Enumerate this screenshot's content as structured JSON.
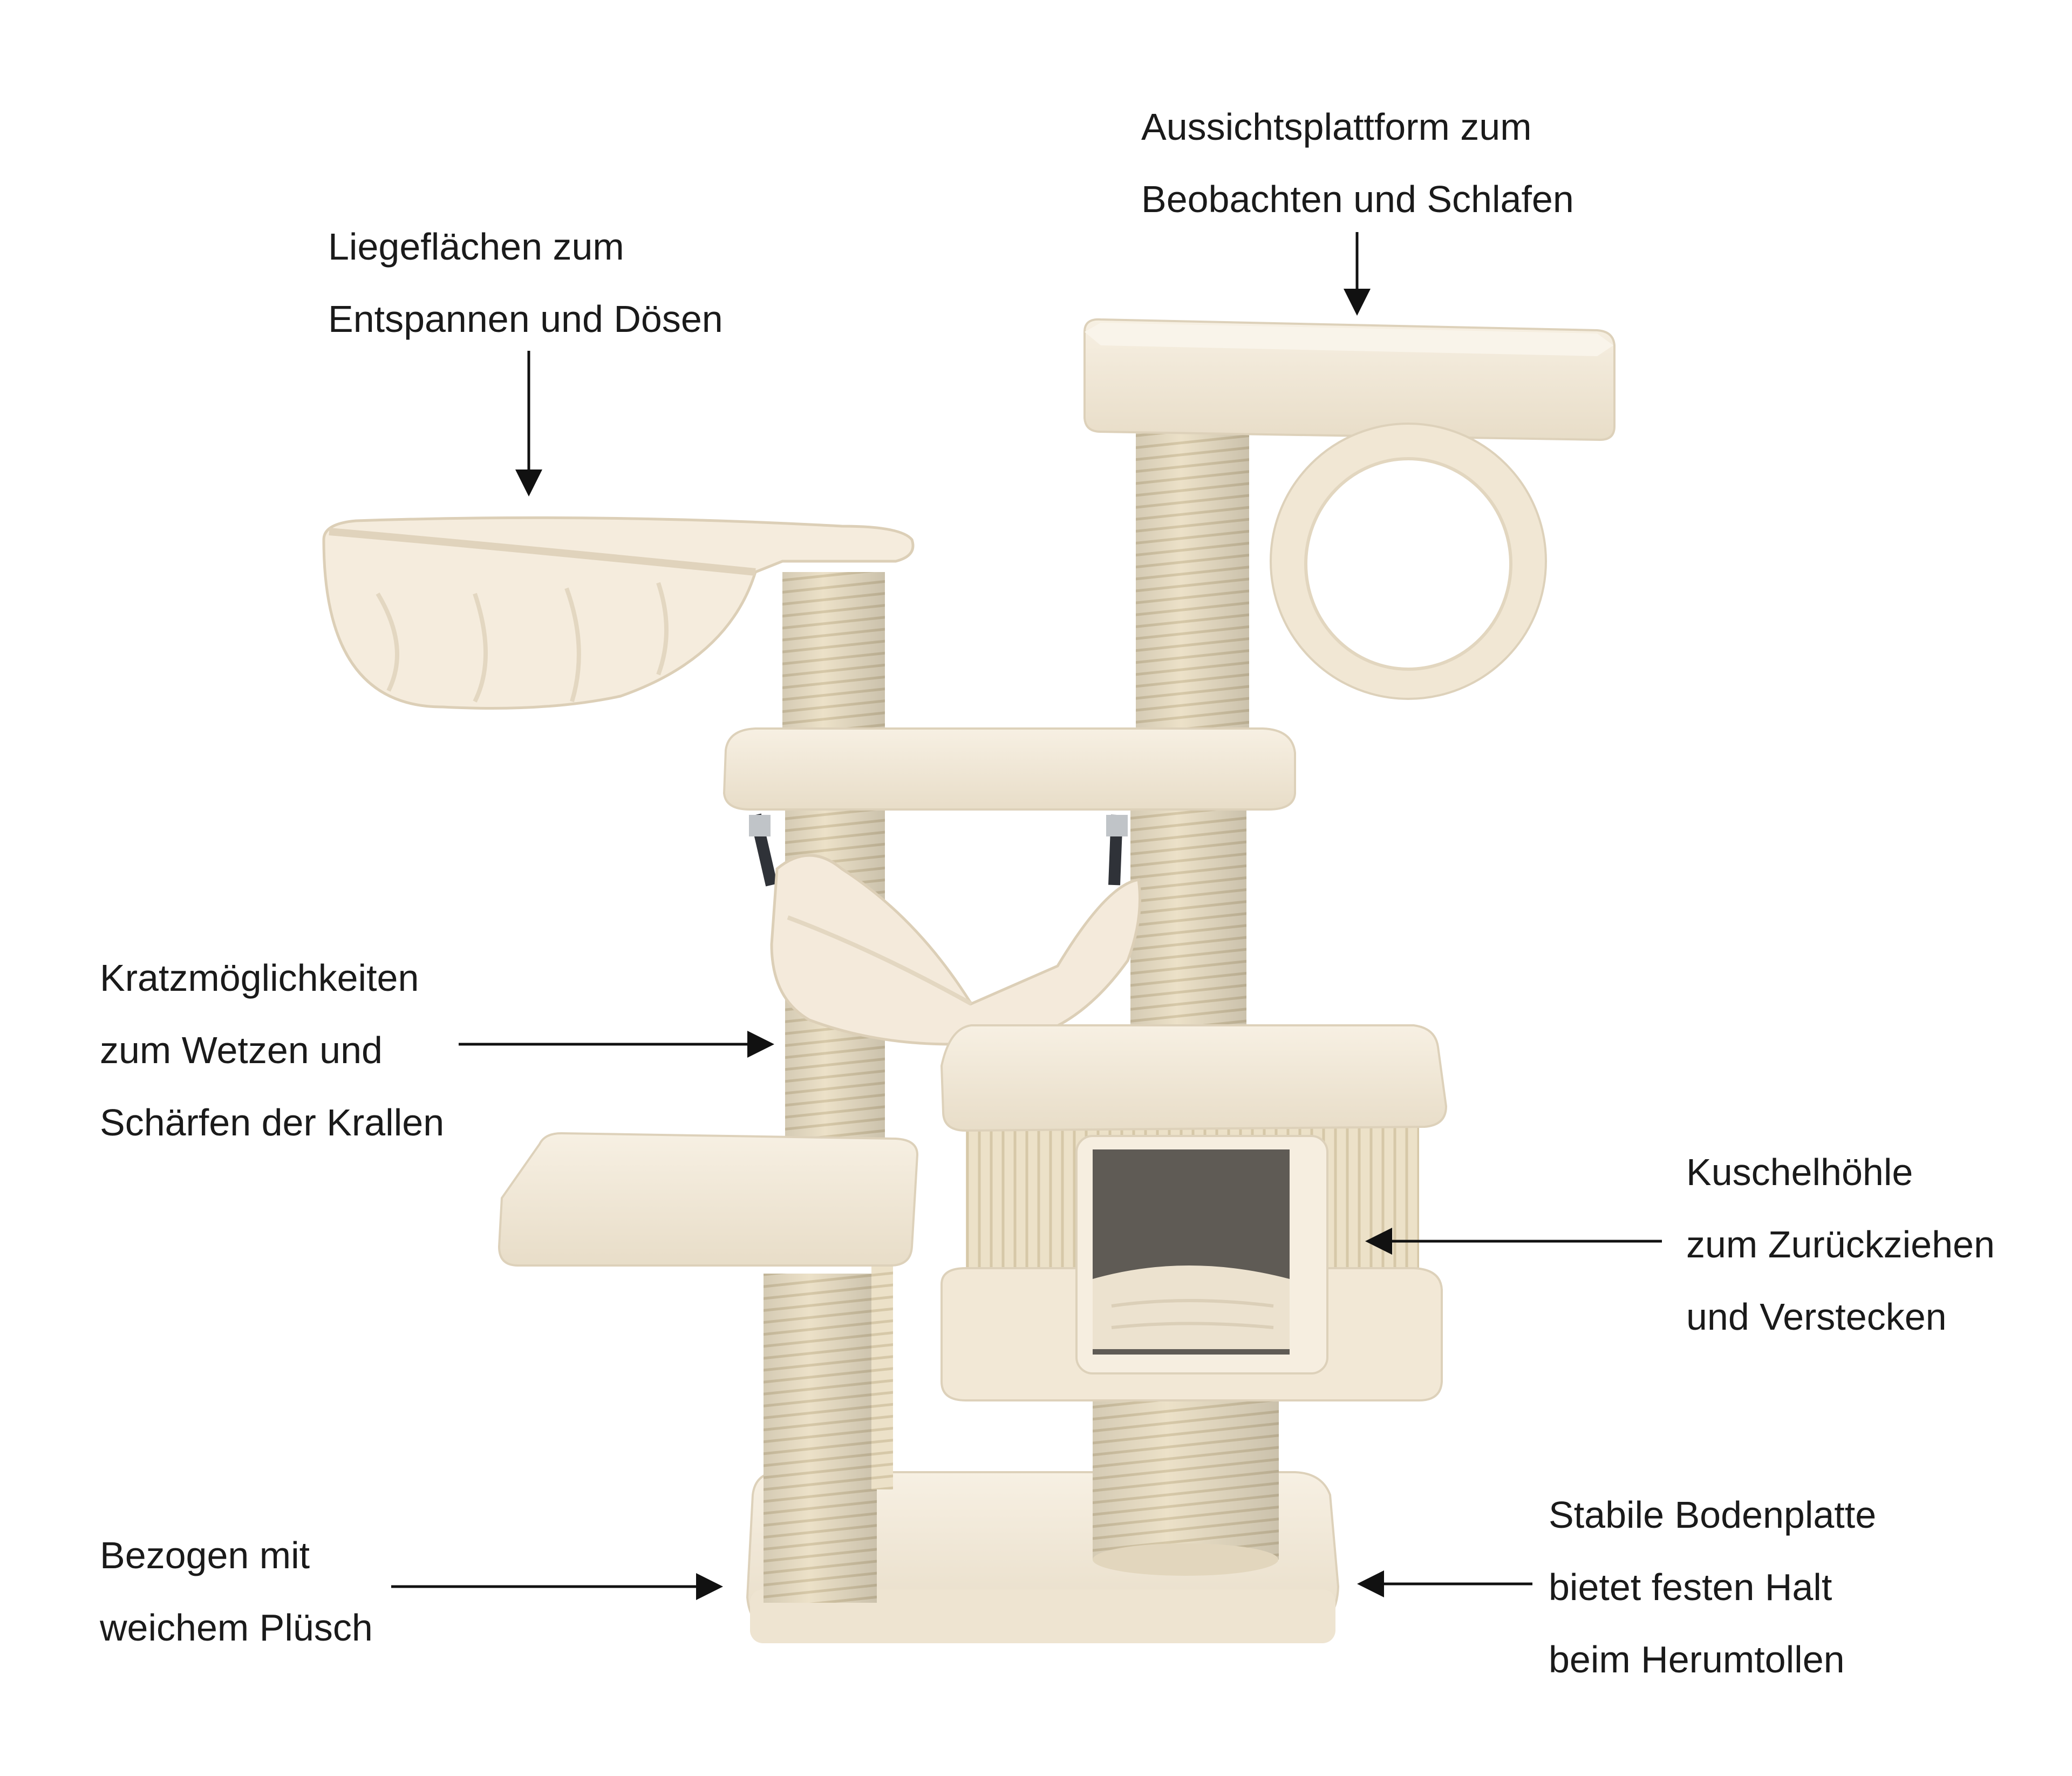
{
  "colors": {
    "plush": "#f3ead9",
    "plush_shade": "#e4d8c2",
    "sisal": "#ece1c8",
    "sisal_line": "#d6c8a8",
    "cave_inside": "#5f5b55",
    "strap": "#2f3238",
    "text": "#1a1a1a",
    "arrow": "#111111"
  },
  "callouts": {
    "liegeflaechen": {
      "lines": [
        "Liegeflächen zum",
        "Entspannen und Dösen"
      ]
    },
    "aussicht": {
      "lines": [
        "Aussichtsplattform zum",
        "Beobachten und Schlafen"
      ]
    },
    "kratz": {
      "lines": [
        "Kratzmöglichkeiten",
        "zum Wetzen und",
        "Schärfen der Krallen"
      ]
    },
    "kuschel": {
      "lines": [
        "Kuschelhöhle",
        "zum Zurückziehen",
        "und Verstecken"
      ]
    },
    "bezogen": {
      "lines": [
        "Bezogen mit",
        "weichem Plüsch"
      ]
    },
    "boden": {
      "lines": [
        "Stabile Bodenplatte",
        "bietet festen Halt",
        "beim Herumtollen"
      ]
    }
  }
}
